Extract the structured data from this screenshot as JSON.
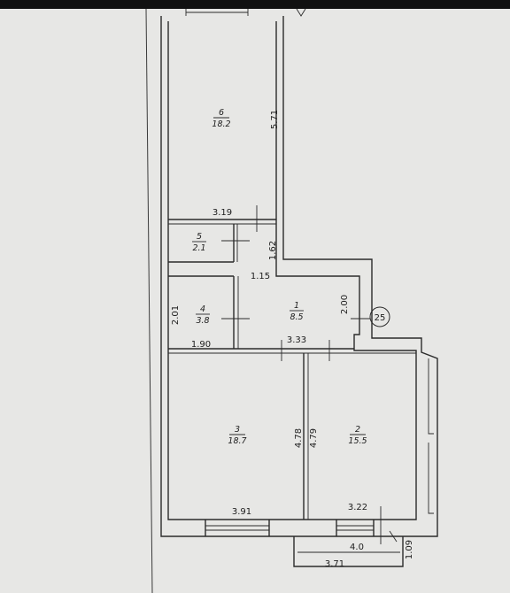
{
  "plan": {
    "rooms": [
      {
        "number": "6",
        "area": "18.2"
      },
      {
        "number": "5",
        "area": "2.1"
      },
      {
        "number": "4",
        "area": "3.8"
      },
      {
        "number": "1",
        "area": "8.5"
      },
      {
        "number": "3",
        "area": "18.7"
      },
      {
        "number": "2",
        "area": "15.5"
      }
    ],
    "dimensions": {
      "d571": "5.71",
      "d319": "3.19",
      "d162": "1.62",
      "d115": "1.15",
      "d200": "2.00",
      "d201": "2.01",
      "d190": "1.90",
      "d333": "3.33",
      "d478": "4.78",
      "d479": "4.79",
      "d391": "3.91",
      "d322": "3.22",
      "d40": "4.0",
      "d371": "3.71",
      "d109": "1.09"
    },
    "marker": "25"
  }
}
